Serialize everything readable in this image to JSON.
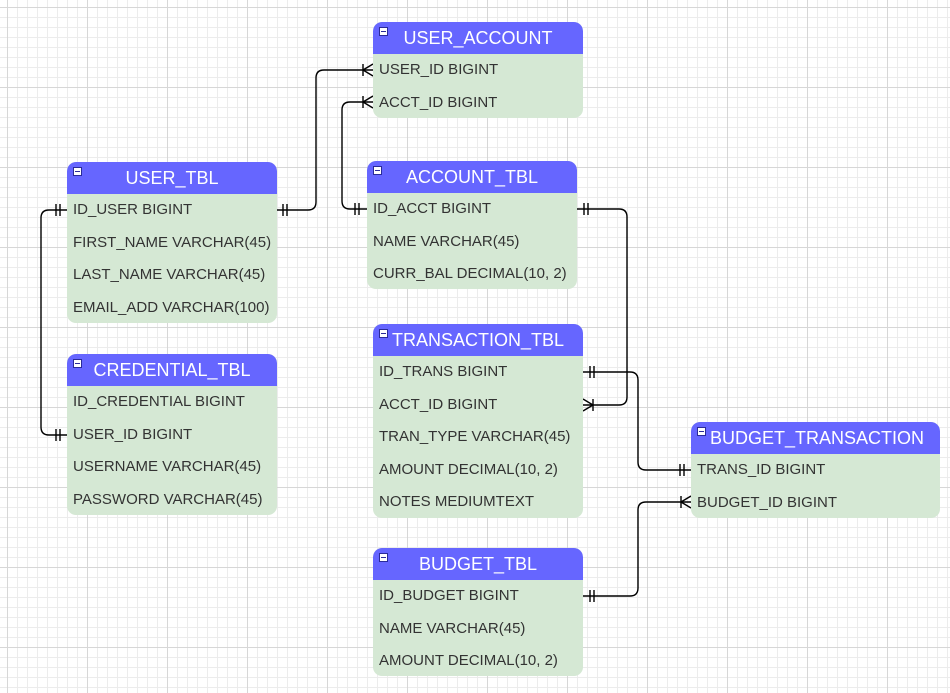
{
  "colors": {
    "header_bg": "#6666ff",
    "header_text": "#ffffff",
    "body_bg": "#d5e8d4",
    "line": "#000000"
  },
  "entities": {
    "user_account": {
      "title": "USER_ACCOUNT",
      "fields": [
        "USER_ID BIGINT",
        "ACCT_ID BIGINT"
      ]
    },
    "user_tbl": {
      "title": "USER_TBL",
      "fields": [
        "ID_USER BIGINT",
        "FIRST_NAME VARCHAR(45)",
        "LAST_NAME VARCHAR(45)",
        "EMAIL_ADD VARCHAR(100)"
      ]
    },
    "account_tbl": {
      "title": "ACCOUNT_TBL",
      "fields": [
        "ID_ACCT BIGINT",
        "NAME VARCHAR(45)",
        "CURR_BAL DECIMAL(10, 2)"
      ]
    },
    "credential_tbl": {
      "title": "CREDENTIAL_TBL",
      "fields": [
        "ID_CREDENTIAL BIGINT",
        "USER_ID BIGINT",
        "USERNAME VARCHAR(45)",
        "PASSWORD VARCHAR(45)"
      ]
    },
    "transaction_tbl": {
      "title": "TRANSACTION_TBL",
      "fields": [
        "ID_TRANS BIGINT",
        "ACCT_ID BIGINT",
        "TRAN_TYPE VARCHAR(45)",
        "AMOUNT DECIMAL(10, 2)",
        "NOTES MEDIUMTEXT"
      ]
    },
    "budget_transaction": {
      "title": "BUDGET_TRANSACTION",
      "fields": [
        "TRANS_ID BIGINT",
        "BUDGET_ID BIGINT"
      ]
    },
    "budget_tbl": {
      "title": "BUDGET_TBL",
      "fields": [
        "ID_BUDGET BIGINT",
        "NAME VARCHAR(45)",
        "AMOUNT DECIMAL(10, 2)"
      ]
    }
  },
  "relationships": [
    {
      "from": "USER_TBL.ID_USER",
      "to": "USER_ACCOUNT.USER_ID",
      "from_end": "one",
      "to_end": "many"
    },
    {
      "from": "ACCOUNT_TBL.ID_ACCT",
      "to": "USER_ACCOUNT.ACCT_ID",
      "from_end": "one",
      "to_end": "many"
    },
    {
      "from": "USER_TBL.ID_USER",
      "to": "CREDENTIAL_TBL.USER_ID",
      "from_end": "one",
      "to_end": "one"
    },
    {
      "from": "ACCOUNT_TBL.ID_ACCT",
      "to": "TRANSACTION_TBL.ACCT_ID",
      "from_end": "one",
      "to_end": "many"
    },
    {
      "from": "TRANSACTION_TBL.ID_TRANS",
      "to": "BUDGET_TRANSACTION.TRANS_ID",
      "from_end": "one",
      "to_end": "one"
    },
    {
      "from": "BUDGET_TBL.ID_BUDGET",
      "to": "BUDGET_TRANSACTION.BUDGET_ID",
      "from_end": "one",
      "to_end": "many"
    }
  ]
}
